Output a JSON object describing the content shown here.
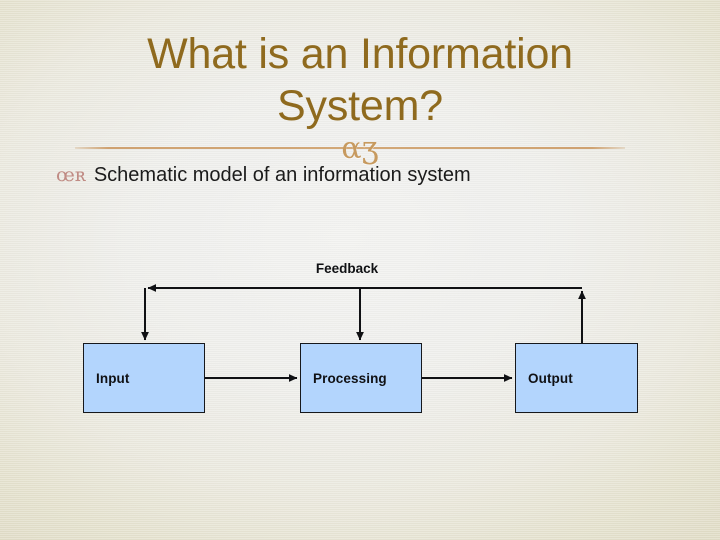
{
  "slide": {
    "title": "What is an Information\nSystem?",
    "title_color": "#8f6a1e",
    "background_center_color": "#f2f2f0",
    "background_edge_color": "#e0dcc6"
  },
  "divider": {
    "ornament_glyph": "αʒ",
    "rule_color": "#cfa271"
  },
  "bullet": {
    "glyph": "œʀ",
    "glyph_color": "#c08b84",
    "text": "Schematic model of an information system"
  },
  "diagram": {
    "type": "flow",
    "feedback_label": "Feedback",
    "box_fill": "#b3d5fd",
    "box_border": "#16181c",
    "line_color": "#101114",
    "nodes": [
      {
        "id": "input",
        "label": "Input"
      },
      {
        "id": "processing",
        "label": "Processing"
      },
      {
        "id": "output",
        "label": "Output"
      }
    ],
    "edges": [
      {
        "from": "input",
        "to": "processing",
        "label": ""
      },
      {
        "from": "processing",
        "to": "output",
        "label": ""
      },
      {
        "from": "output",
        "to": "input",
        "label": "Feedback"
      },
      {
        "from": "output",
        "to": "processing",
        "label": "Feedback"
      }
    ]
  }
}
